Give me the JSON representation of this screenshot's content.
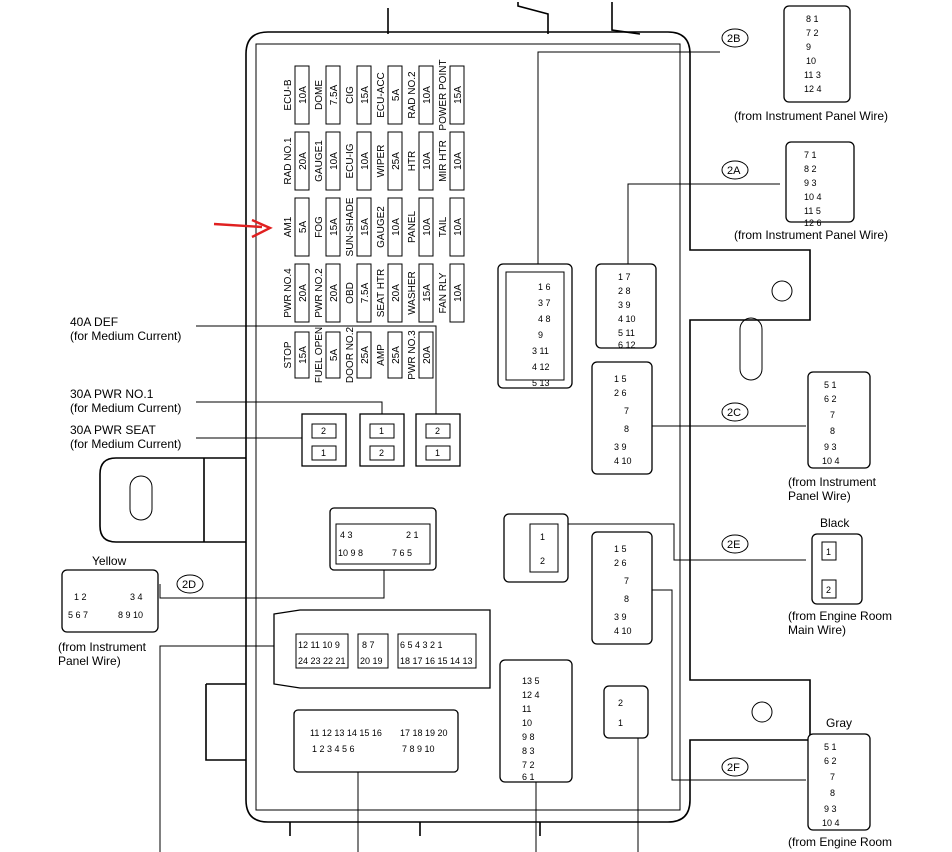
{
  "fuses": [
    [
      {
        "name": "ECU-B",
        "amp": "10A"
      },
      {
        "name": "DOME",
        "amp": "7.5A"
      },
      {
        "name": "CIG",
        "amp": "15A"
      },
      {
        "name": "ECU-ACC",
        "amp": "5A"
      },
      {
        "name": "RAD NO.2",
        "amp": "10A"
      },
      {
        "name": "POWER POINT",
        "amp": "15A"
      }
    ],
    [
      {
        "name": "RAD NO.1",
        "amp": "20A"
      },
      {
        "name": "GAUGE1",
        "amp": "10A"
      },
      {
        "name": "ECU-IG",
        "amp": "10A"
      },
      {
        "name": "WIPER",
        "amp": "25A"
      },
      {
        "name": "HTR",
        "amp": "10A"
      },
      {
        "name": "MIR HTR",
        "amp": "10A"
      }
    ],
    [
      {
        "name": "AM1",
        "amp": "5A"
      },
      {
        "name": "FOG",
        "amp": "15A"
      },
      {
        "name": "SUN-SHADE",
        "amp": "15A"
      },
      {
        "name": "GAUGE2",
        "amp": "10A"
      },
      {
        "name": "PANEL",
        "amp": "10A"
      },
      {
        "name": "TAIL",
        "amp": "10A"
      }
    ],
    [
      {
        "name": "PWR NO.4",
        "amp": "20A"
      },
      {
        "name": "PWR NO.2",
        "amp": "20A"
      },
      {
        "name": "OBD",
        "amp": "7.5A"
      },
      {
        "name": "SEAT HTR",
        "amp": "20A"
      },
      {
        "name": "WASHER",
        "amp": "15A"
      },
      {
        "name": "FAN RLY",
        "amp": "10A"
      }
    ],
    [
      {
        "name": "STOP",
        "amp": "15A"
      },
      {
        "name": "FUEL OPEN",
        "amp": "5A"
      },
      {
        "name": "DOOR NO.2",
        "amp": "25A"
      },
      {
        "name": "AMP",
        "amp": "25A"
      },
      {
        "name": "PWR NO.3",
        "amp": "20A"
      }
    ]
  ],
  "breakers": {
    "def": [
      "40A DEF",
      "(for Medium Current)"
    ],
    "pwr1": [
      "30A PWR NO.1",
      "(for Medium Current)"
    ],
    "seat": [
      "30A PWR SEAT",
      "(for Medium Current)"
    ]
  },
  "connectors": {
    "c2B": "2B",
    "c2A": "2A",
    "c2C": "2C",
    "c2D": "2D",
    "c2E": "2E",
    "c2F": "2F"
  },
  "labels": {
    "from_ip": "(from Instrument Panel Wire)",
    "from_ip_a": "(from Instrument",
    "from_ip_b": "Panel Wire)",
    "from_er_a": "(from Engine Room",
    "from_er_b": "Main Wire)",
    "yellow": "Yellow",
    "black": "Black",
    "gray": "Gray"
  }
}
